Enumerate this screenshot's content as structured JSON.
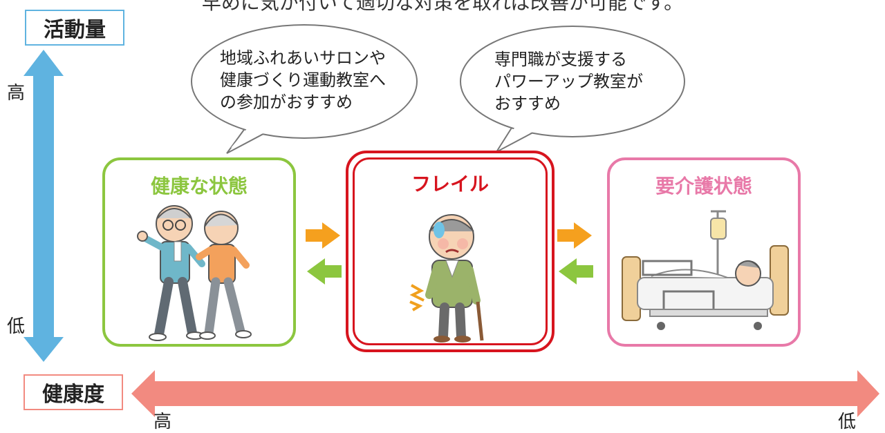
{
  "caption": "早めに気が付いて適切な対策を取れば改善が可能です。",
  "axes": {
    "activity": {
      "label": "活動量",
      "high": "高",
      "low": "低",
      "color": "#5fb3e0"
    },
    "health": {
      "label": "健康度",
      "high": "高",
      "low": "低",
      "color": "#f28a80"
    }
  },
  "states": [
    {
      "title": "健康な状態",
      "color": "#8cc63f"
    },
    {
      "title": "フレイル",
      "color": "#d7141e"
    },
    {
      "title": "要介護状態",
      "color": "#e879a8"
    }
  ],
  "bubbles": [
    {
      "lines": [
        "地域ふれあいサロンや",
        "健康づくり運動教室へ",
        "の参加がおすすめ"
      ]
    },
    {
      "lines": [
        "専門職が支援する",
        "パワーアップ教室が",
        "おすすめ"
      ]
    }
  ],
  "arrows": {
    "forward_color": "#f5a01e",
    "back_color": "#8cc63f"
  }
}
